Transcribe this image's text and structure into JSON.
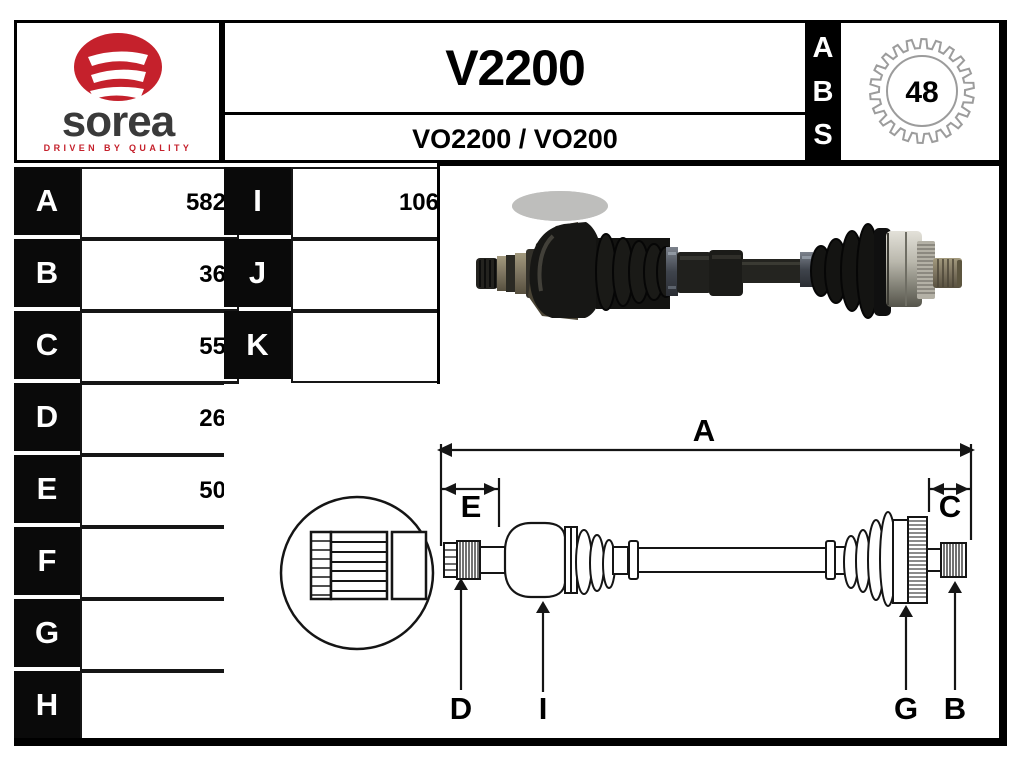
{
  "brand": {
    "name": "sorea",
    "tagline": "DRIVEN BY QUALITY"
  },
  "header": {
    "part_number": "V2200",
    "oe_reference": "VO2200 / VO200"
  },
  "abs_badge": {
    "letters": [
      "A",
      "B",
      "S"
    ],
    "tooth_count": "48"
  },
  "colors": {
    "brand_red": "#c5212c",
    "brand_gray": "#3a3a3a",
    "cell_black": "#0a0a0a"
  },
  "spec_table_left": {
    "rows": [
      {
        "label": "A",
        "value": "582"
      },
      {
        "label": "B",
        "value": "36"
      },
      {
        "label": "C",
        "value": "55"
      },
      {
        "label": "D",
        "value": "26"
      },
      {
        "label": "E",
        "value": "50"
      },
      {
        "label": "F",
        "value": ""
      },
      {
        "label": "G",
        "value": ""
      },
      {
        "label": "H",
        "value": ""
      }
    ]
  },
  "spec_table_right": {
    "rows": [
      {
        "label": "I",
        "value": "106"
      },
      {
        "label": "J",
        "value": ""
      },
      {
        "label": "K",
        "value": ""
      }
    ]
  },
  "diagram": {
    "labels": {
      "A": "A",
      "B": "B",
      "C": "C",
      "D": "D",
      "E": "E",
      "G": "G",
      "I": "I"
    }
  }
}
